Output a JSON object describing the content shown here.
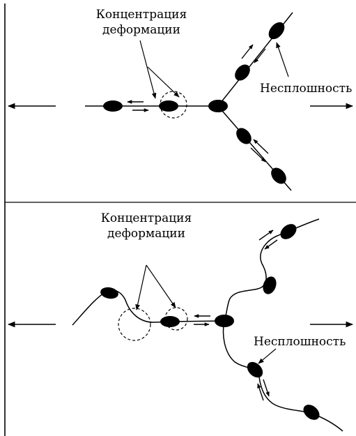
{
  "top_panel": {
    "label_concentration_line1": "Концентрация",
    "label_concentration_line2": "деформации",
    "label_discontinuity": "Несплошность"
  },
  "bottom_panel": {
    "label_concentration_line1": "Концентрация",
    "label_concentration_line2": "деформации",
    "label_discontinuity": "Несплошность"
  },
  "colors": {
    "ink": "#000000",
    "background": "#ffffff"
  }
}
